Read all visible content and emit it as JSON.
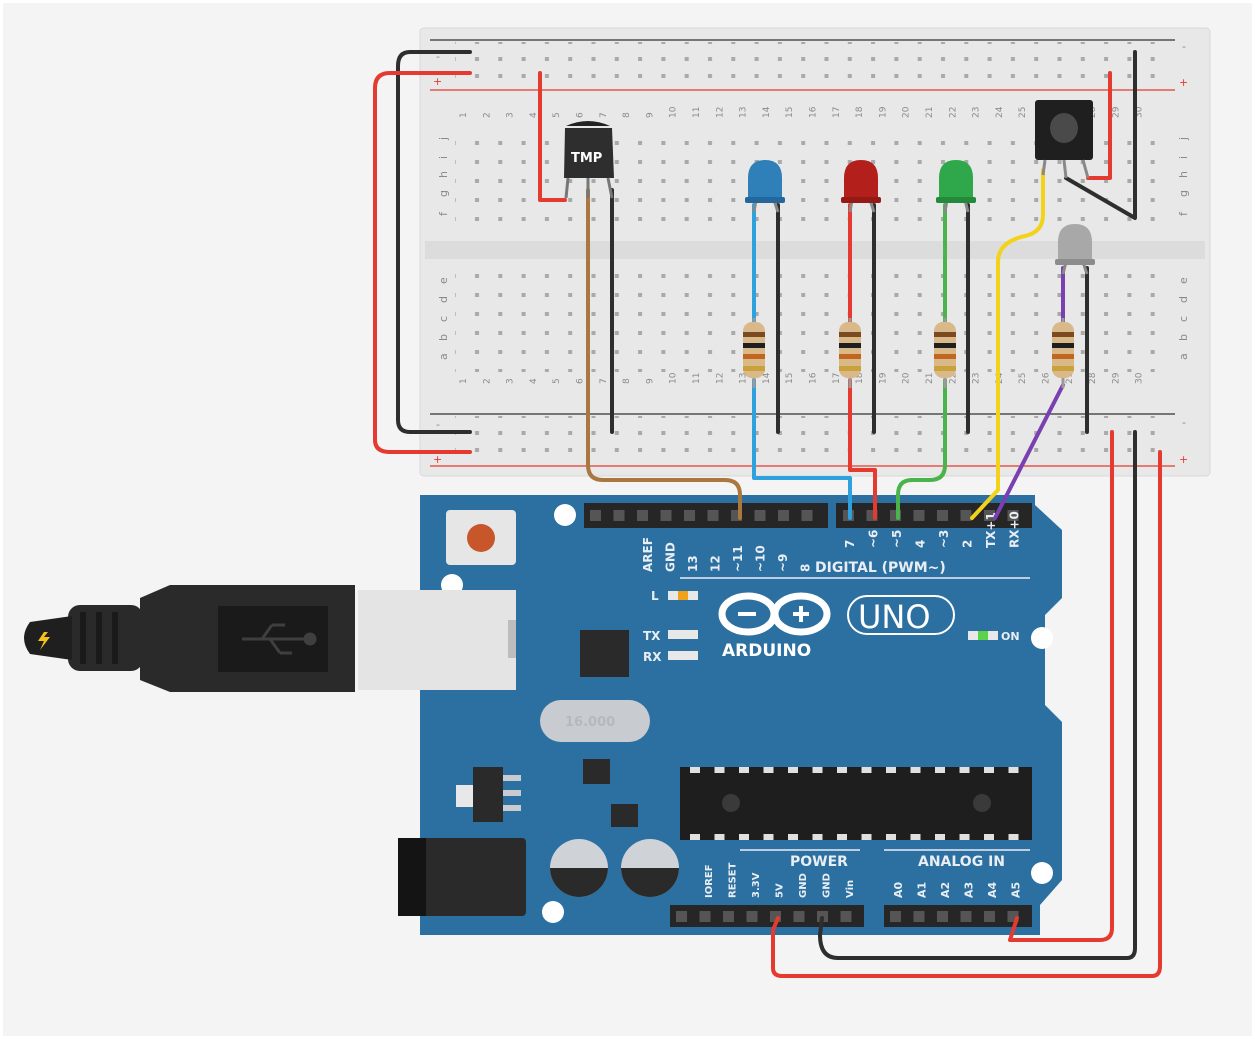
{
  "sensor": {
    "label": "TMP"
  },
  "board": {
    "brand": "ARDUINO",
    "model": "UNO",
    "digital_title": "DIGITAL (PWM~)",
    "power_title": "POWER",
    "analog_title": "ANALOG IN",
    "on_label": "ON",
    "led_l_label": "L",
    "tx_label": "TX",
    "rx_label": "RX",
    "crystal_label": "16.000",
    "digital_pins_left": [
      "AREF",
      "GND",
      "13",
      "12",
      "~11",
      "~10",
      "~9",
      "8"
    ],
    "digital_pins_right": [
      "7",
      "~6",
      "~5",
      "4",
      "~3",
      "2",
      "TX+1",
      "RX+0"
    ],
    "power_pins": [
      "IOREF",
      "RESET",
      "3.3V",
      "5V",
      "GND",
      "GND",
      "Vin"
    ],
    "analog_pins": [
      "A0",
      "A1",
      "A2",
      "A3",
      "A4",
      "A5"
    ]
  },
  "breadboard": {
    "rows_top": [
      "j",
      "i",
      "h",
      "g",
      "f"
    ],
    "rows_bottom": [
      "e",
      "d",
      "c",
      "b",
      "a"
    ],
    "rail_minus": "-",
    "rail_plus": "+"
  },
  "colors": {
    "board": "#2c6fa1",
    "breadboard": "#e8e8e8",
    "wire_red": "#e53a2f",
    "wire_black": "#2e2e2e",
    "wire_brown": "#a9773f",
    "wire_blue": "#2fa1dc",
    "wire_green": "#4bb34b",
    "wire_yellow": "#f3d21c",
    "wire_purple": "#7a3fb0",
    "led_blue": "#2f7fb8",
    "led_red": "#b3201c",
    "led_green": "#2ea84a",
    "led_gray": "#a8a8a8"
  }
}
